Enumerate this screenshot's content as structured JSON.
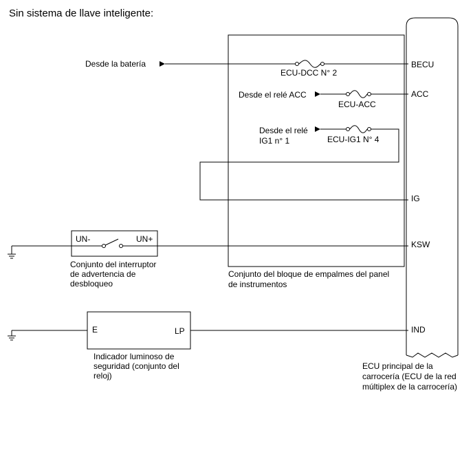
{
  "title": "Sin sistema de llave inteligente:",
  "sources": {
    "battery": "Desde la batería",
    "acc_relay": "Desde el relé ACC",
    "ig1_relay_line1": "Desde el relé",
    "ig1_relay_line2": "IG1 n° 1"
  },
  "fuses": {
    "ecu_dcc": "ECU-DCC N° 2",
    "ecu_acc": "ECU-ACC",
    "ecu_ig1": "ECU-IG1 N° 4"
  },
  "terminals": {
    "becu": "BECU",
    "acc": "ACC",
    "ig": "IG",
    "ksw": "KSW",
    "ind": "IND"
  },
  "switch": {
    "un_minus": "UN-",
    "un_plus": "UN+",
    "caption_line1": "Conjunto del interruptor",
    "caption_line2": "de advertencia de",
    "caption_line3": "desbloqueo"
  },
  "indicator": {
    "e": "E",
    "lp": "LP",
    "caption_line1": "Indicador luminoso de",
    "caption_line2": "seguridad (conjunto del",
    "caption_line3": "reloj)"
  },
  "junction_block": {
    "caption_line1": "Conjunto del bloque de empalmes del panel",
    "caption_line2": "de instrumentos"
  },
  "body_ecu": {
    "caption_line1": "ECU principal de la",
    "caption_line2": "carrocería (ECU de la red",
    "caption_line3": "múltiplex de la carrocería)"
  }
}
